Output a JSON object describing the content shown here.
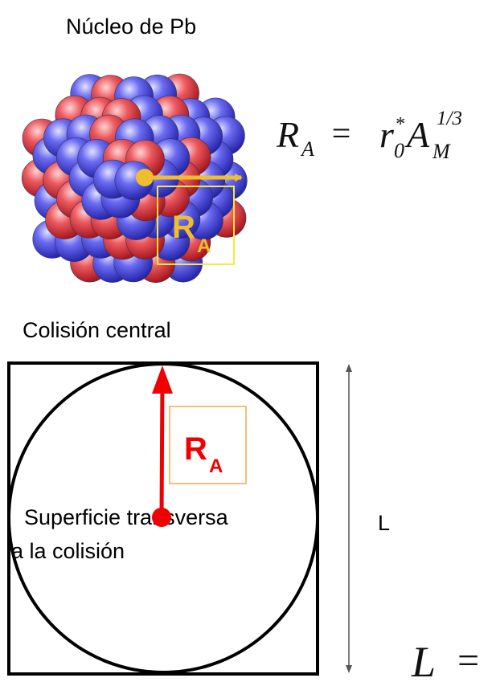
{
  "nucleus": {
    "title": "Núcleo de Pb",
    "radius_symbol": "R",
    "radius_subscript": "A",
    "colors": {
      "proton": "#e0414b",
      "neutron": "#5a5ce8",
      "accent": "#f0bd2c"
    },
    "icon": "lead-nucleus-icon"
  },
  "formula_radius": {
    "lhs": "R",
    "lhs_sub": "A",
    "equals": "=",
    "r": "r",
    "r_sub": "0",
    "r_sup": "*",
    "a": "A",
    "a_sub": "M",
    "a_sup": "1/3"
  },
  "collision": {
    "title": "Colisión central",
    "radius_symbol": "R",
    "radius_subscript": "A",
    "surface_label_line1": "Superficie transversa",
    "surface_label_line2": "a la colisión",
    "side_label": "L",
    "colors": {
      "radius": "#f00000",
      "label_box": "#f2a850"
    }
  },
  "formula_length": {
    "lhs": "L",
    "equals": "="
  }
}
